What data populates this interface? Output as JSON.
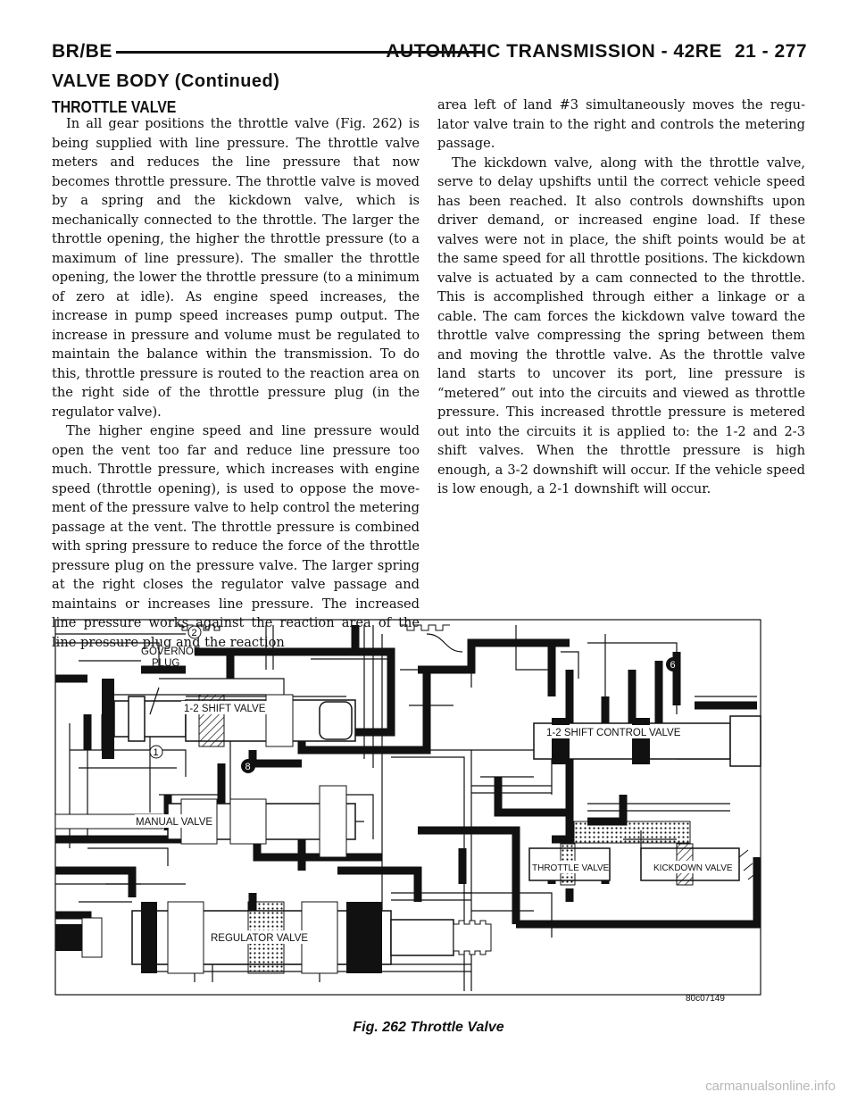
{
  "header": {
    "left": "BR/BE",
    "right": "AUTOMATIC TRANSMISSION - 42RE",
    "page": "21 - 277"
  },
  "section_title": "VALVE BODY (Continued)",
  "subhead": "THROTTLE VALVE",
  "body": {
    "p1": "In all gear positions the throttle valve (Fig. 262) is being supplied with line pressure. The throttle valve meters and reduces the line pressure that now becomes throttle pressure. The throttle valve is moved by a spring and the kickdown valve, which is mechanically connected to the throttle. The larger the throttle opening, the higher the throttle pressure (to a maximum of line pressure). The smaller the throttle opening, the lower the throttle pressure (to a minimum of zero at idle). As engine speed increases, the increase in pump speed increases pump output. The increase in pressure and volume must be regu­lated to maintain the balance within the transmis­sion. To do this, throttle pressure is routed to the reaction area on the right side of the throttle pres­sure plug (in the regulator valve).",
    "p2": "The higher engine speed and line pressure would open the vent too far and reduce line pressure too much. Throttle pressure, which increases with engine speed (throttle opening), is used to oppose the move­ment of the pressure valve to help control the meter­ing passage at the vent. The throttle pressure is combined with spring pressure to reduce the force of the throttle pressure plug on the pressure valve. The larger spring at the right closes the regulator valve passage and maintains or increases line pressure. The increased line pressure works against the reac­tion area of the line pressure plug and the reaction",
    "p3": "area left of land #3 simultaneously moves the regu­lator valve train to the right and controls the meter­ing passage.",
    "p4": "The kickdown valve, along with the throttle valve, serve to delay upshifts until the correct vehicle speed has been reached. It also controls downshifts upon driver demand, or increased engine load. If these valves were not in place, the shift points would be at the same speed for all throttle positions. The kick­down valve is actuated by a cam connected to the throttle. This is accomplished through either a link­age or a cable. The cam forces the kickdown valve toward the throttle valve compressing the spring between them and moving the throttle valve. As the throttle valve land starts to uncover its port, line pressure is “metered” out into the circuits and viewed as throttle pressure. This increased throttle pressure is metered out into the circuits it is applied to: the 1-2 and 2-3 shift valves. When the throttle pressure is high enough, a 3-2 downshift will occur. If the vehicle speed is low enough, a 2-1 downshift will occur."
  },
  "figure": {
    "labels": {
      "governor_plug_1": "GOVERNOR",
      "governor_plug_2": "PLUG",
      "shift_12": "1-2 SHIFT VALVE",
      "manual": "MANUAL VALVE",
      "regulator": "REGULATOR VALVE",
      "shift_control": "1-2 SHIFT CONTROL VALVE",
      "throttle": "THROTTLE VALVE",
      "kickdown": "KICKDOWN VALVE",
      "n1": "1",
      "n2": "2",
      "n6": "6",
      "n8": "8"
    },
    "code": "80c07149",
    "caption": "Fig. 262 Throttle Valve"
  },
  "footer": "carmanualsonline.info"
}
